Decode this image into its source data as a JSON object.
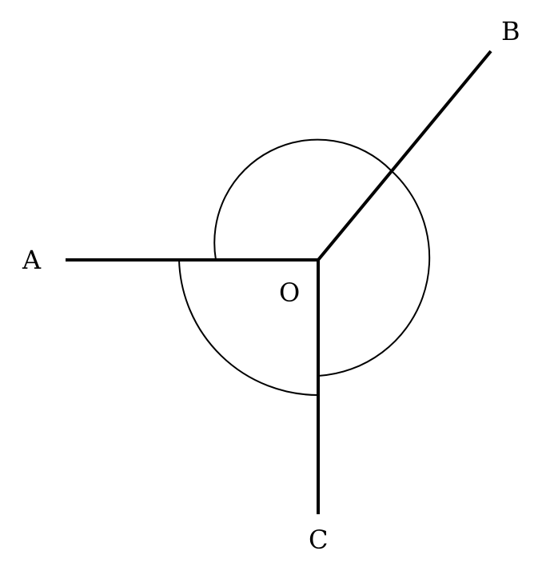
{
  "diagram": {
    "labels": {
      "a": "A",
      "b": "B",
      "c": "C",
      "o": "O"
    },
    "colors": {
      "stroke": "#000000",
      "background": "#ffffff"
    }
  }
}
